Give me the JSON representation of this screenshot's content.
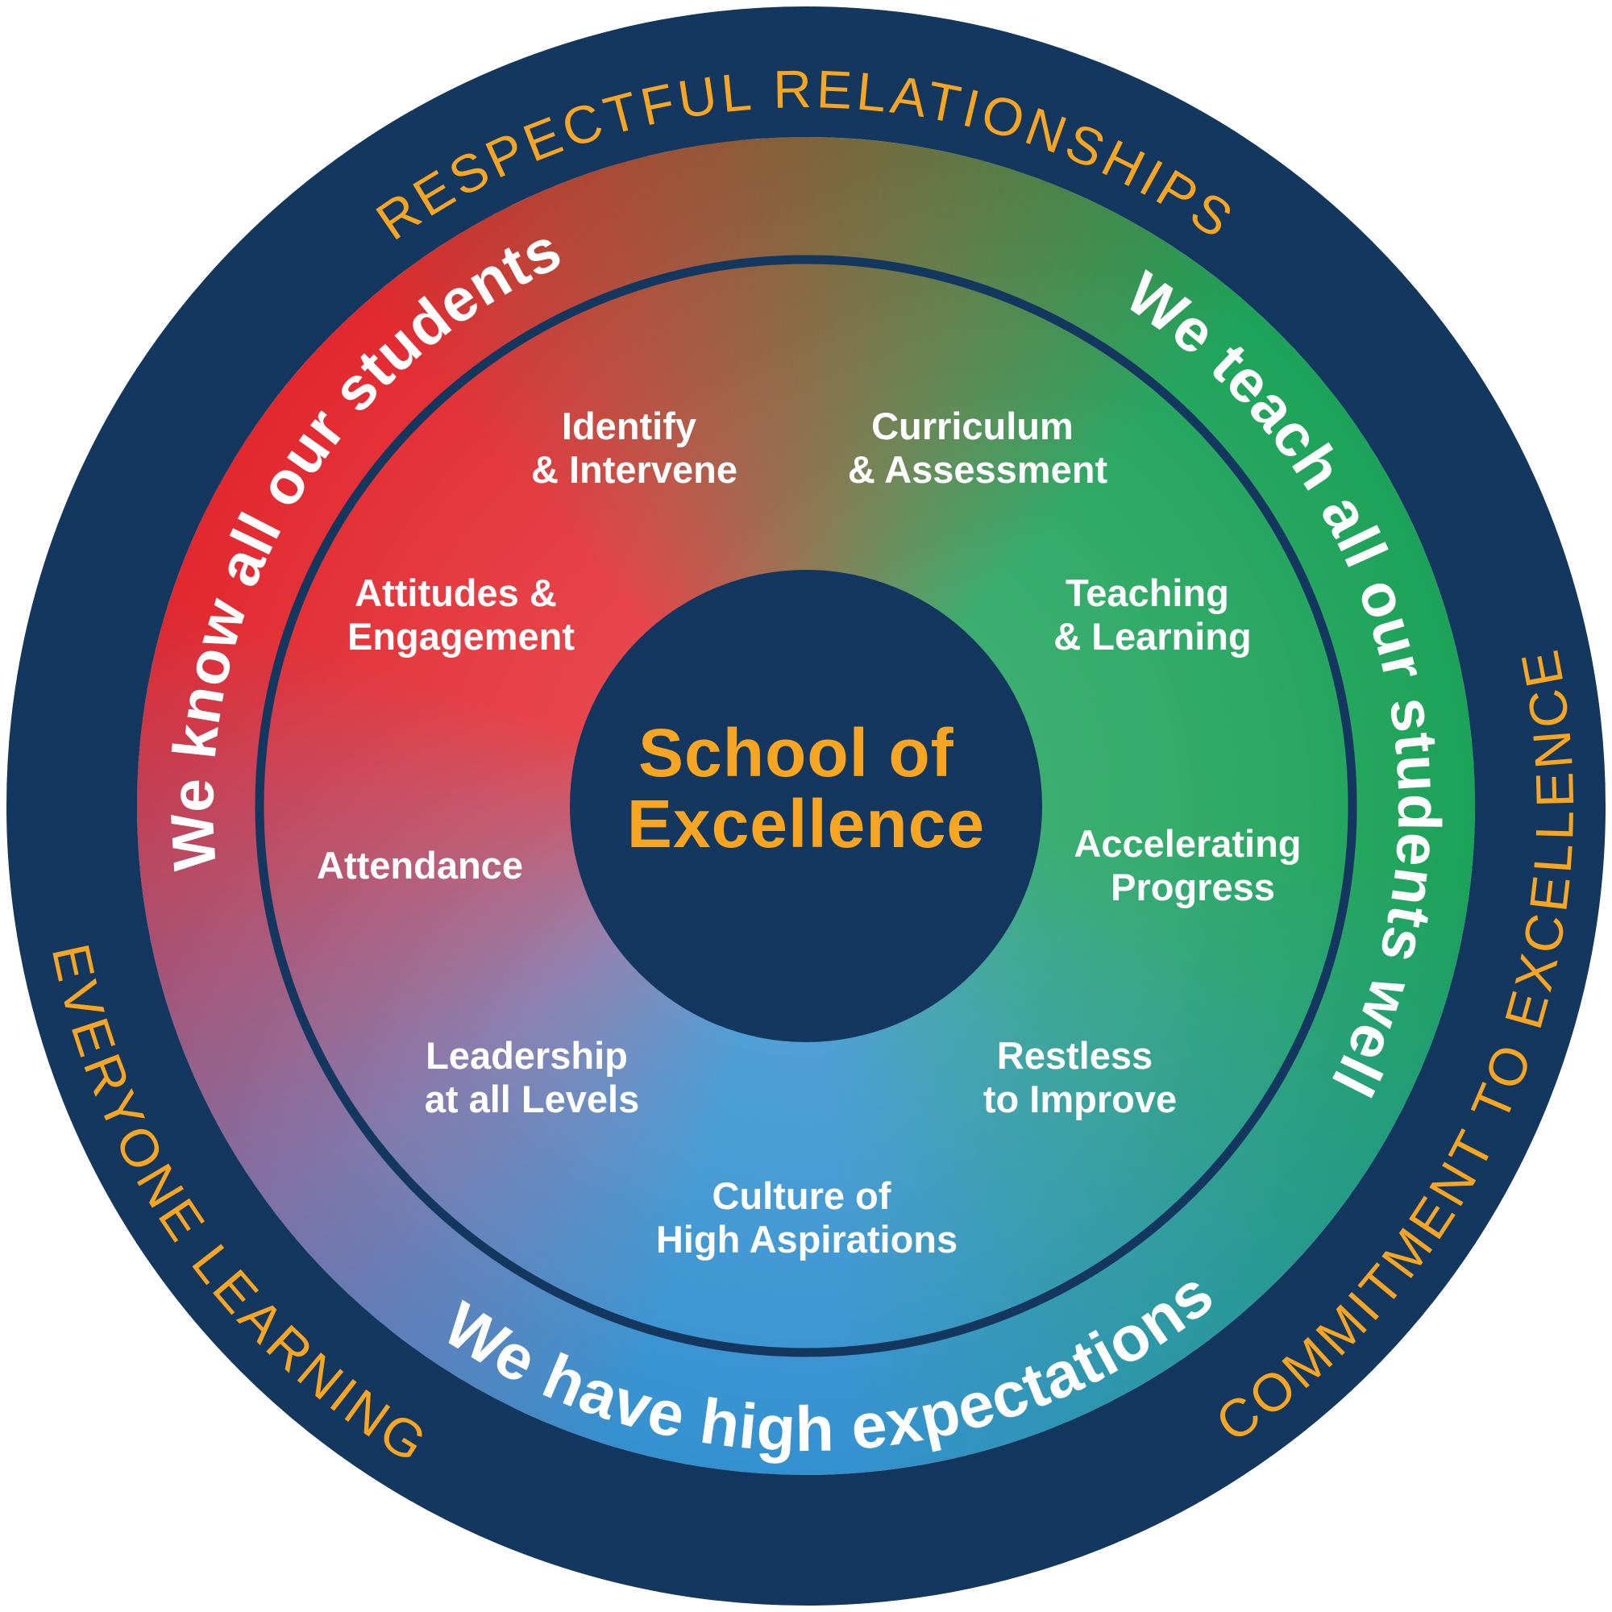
{
  "title": "School of Excellence",
  "colors": {
    "navy": "#14375F",
    "gold": "#F8A622",
    "red": "#E2232A",
    "green": "#17A055",
    "blue": "#2F8ECF",
    "violet": "#7A6FA6",
    "brown": "#7E5F35",
    "white": "#FFFFFF"
  },
  "outer_ring": {
    "items": [
      {
        "id": "top",
        "label": "RESPECTFUL RELATIONSHIPS"
      },
      {
        "id": "right",
        "label": "COMMITMENT TO EXCELLENCE"
      },
      {
        "id": "left",
        "label": "EVERYONE LEARNING"
      }
    ]
  },
  "middle_ring": {
    "items": [
      {
        "id": "upper-left",
        "label": "We know all our students"
      },
      {
        "id": "right",
        "label": "We teach all our students well"
      },
      {
        "id": "bottom",
        "label": "We have high expectations"
      }
    ]
  },
  "inner_labels": [
    {
      "line1": "Identify",
      "line2": "& Intervene"
    },
    {
      "line1": "Curriculum",
      "line2": "& Assessment"
    },
    {
      "line1": "Attitudes &",
      "line2": "Engagement"
    },
    {
      "line1": "Teaching",
      "line2": "& Learning"
    },
    {
      "line1": "Attendance"
    },
    {
      "line1": "Accelerating",
      "line2": "Progress"
    },
    {
      "line1": "Leadership",
      "line2": "at all Levels"
    },
    {
      "line1": "Restless",
      "line2": "to Improve"
    },
    {
      "line1": "Culture of",
      "line2": "High Aspirations"
    }
  ],
  "center": {
    "line1": "School of",
    "line2": "Excellence"
  }
}
